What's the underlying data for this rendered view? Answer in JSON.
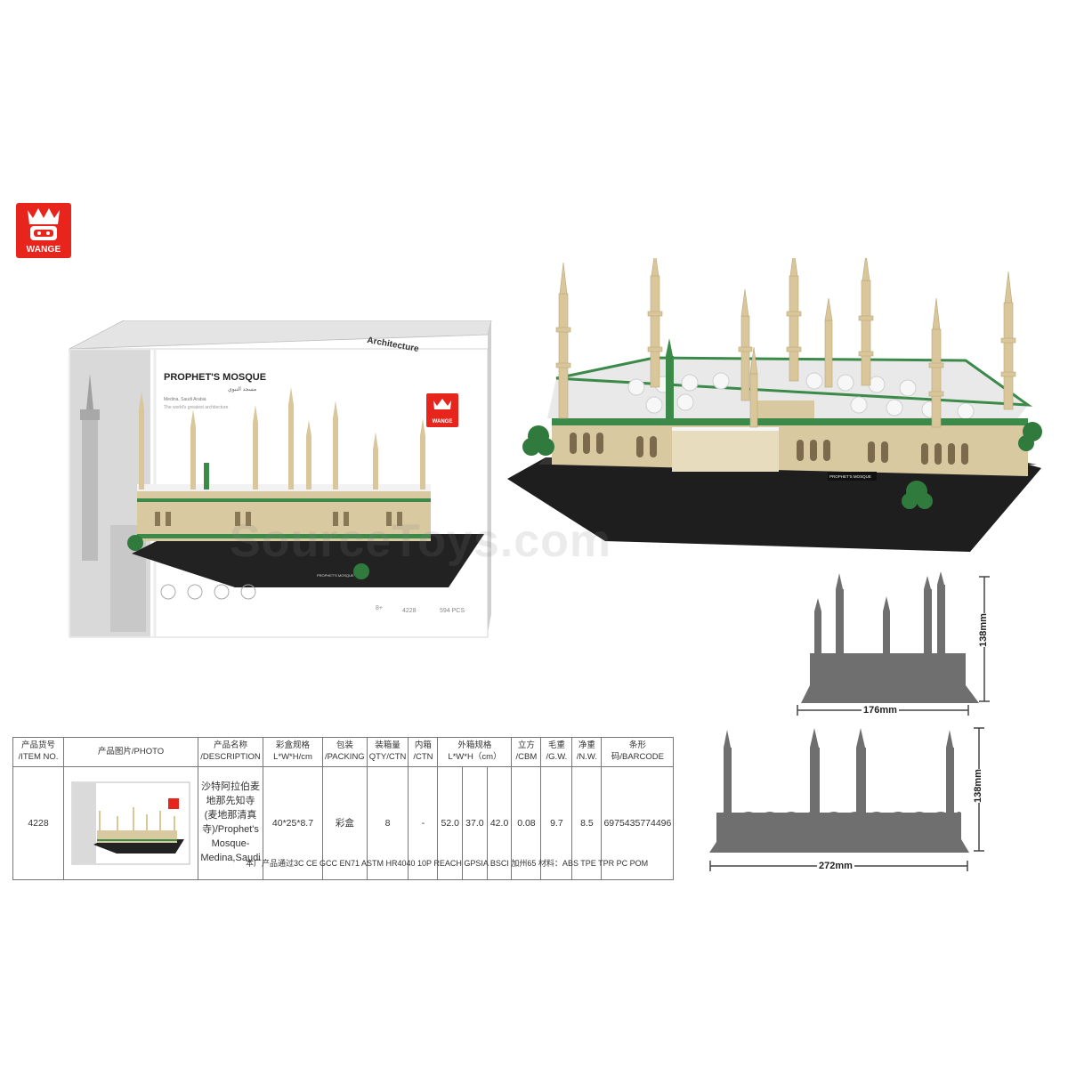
{
  "brand": {
    "name": "WANGE",
    "color": "#e8251c"
  },
  "box": {
    "title": "PROPHET'S MOSQUE",
    "arabic_title": "مسجد النبوي",
    "subtitle": "Medina, Saudi Arabia",
    "tagline": "The world's greatest architecture",
    "series": "Architecture",
    "brand_small": "WANGE",
    "age": "8+",
    "item_no": "4228",
    "pieces": "594 PCS"
  },
  "model": {
    "nameplate": "PROPHET'S MOSQUE"
  },
  "watermark": "SourceToys.com",
  "dimensions": {
    "small_height": "138mm",
    "small_width": "176mm",
    "large_height": "138mm",
    "large_width": "272mm"
  },
  "table": {
    "headers": [
      {
        "zh": "产品货号",
        "en": "/ITEM NO."
      },
      {
        "zh": "",
        "en": "产品图片/PHOTO"
      },
      {
        "zh": "产品名称",
        "en": "/DESCRIPTION"
      },
      {
        "zh": "彩盒规格",
        "en": "L*W*H/cm"
      },
      {
        "zh": "包装",
        "en": "/PACKING"
      },
      {
        "zh": "装箱量",
        "en": "QTY/CTN"
      },
      {
        "zh": "内箱",
        "en": "/CTN"
      },
      {
        "zh": "外箱规格",
        "en": "L*W*H（cm）"
      },
      {
        "zh": "立方",
        "en": "/CBM"
      },
      {
        "zh": "毛重",
        "en": "/G.W."
      },
      {
        "zh": "净重",
        "en": "/N.W."
      },
      {
        "zh": "",
        "en": "条形码/BARCODE"
      }
    ],
    "row": {
      "item_no": "4228",
      "description": "沙特阿拉伯麦地那先知寺(麦地那清真寺)/Prophet's Mosque-Medina,Saudi",
      "box_size": "40*25*8.7",
      "packing": "彩盒",
      "qty": "8",
      "inner": "-",
      "outer_l": "52.0",
      "outer_w": "37.0",
      "outer_h": "42.0",
      "cbm": "0.08",
      "gw": "9.7",
      "nw": "8.5",
      "barcode": "6975435774496"
    },
    "footnote": "本厂产品通过3C  CE  GCC  EN71  ASTM  HR4040 10P  REACH  GPSIA  BSCI  加州65   材料：ABS TPE TPR PC POM"
  }
}
